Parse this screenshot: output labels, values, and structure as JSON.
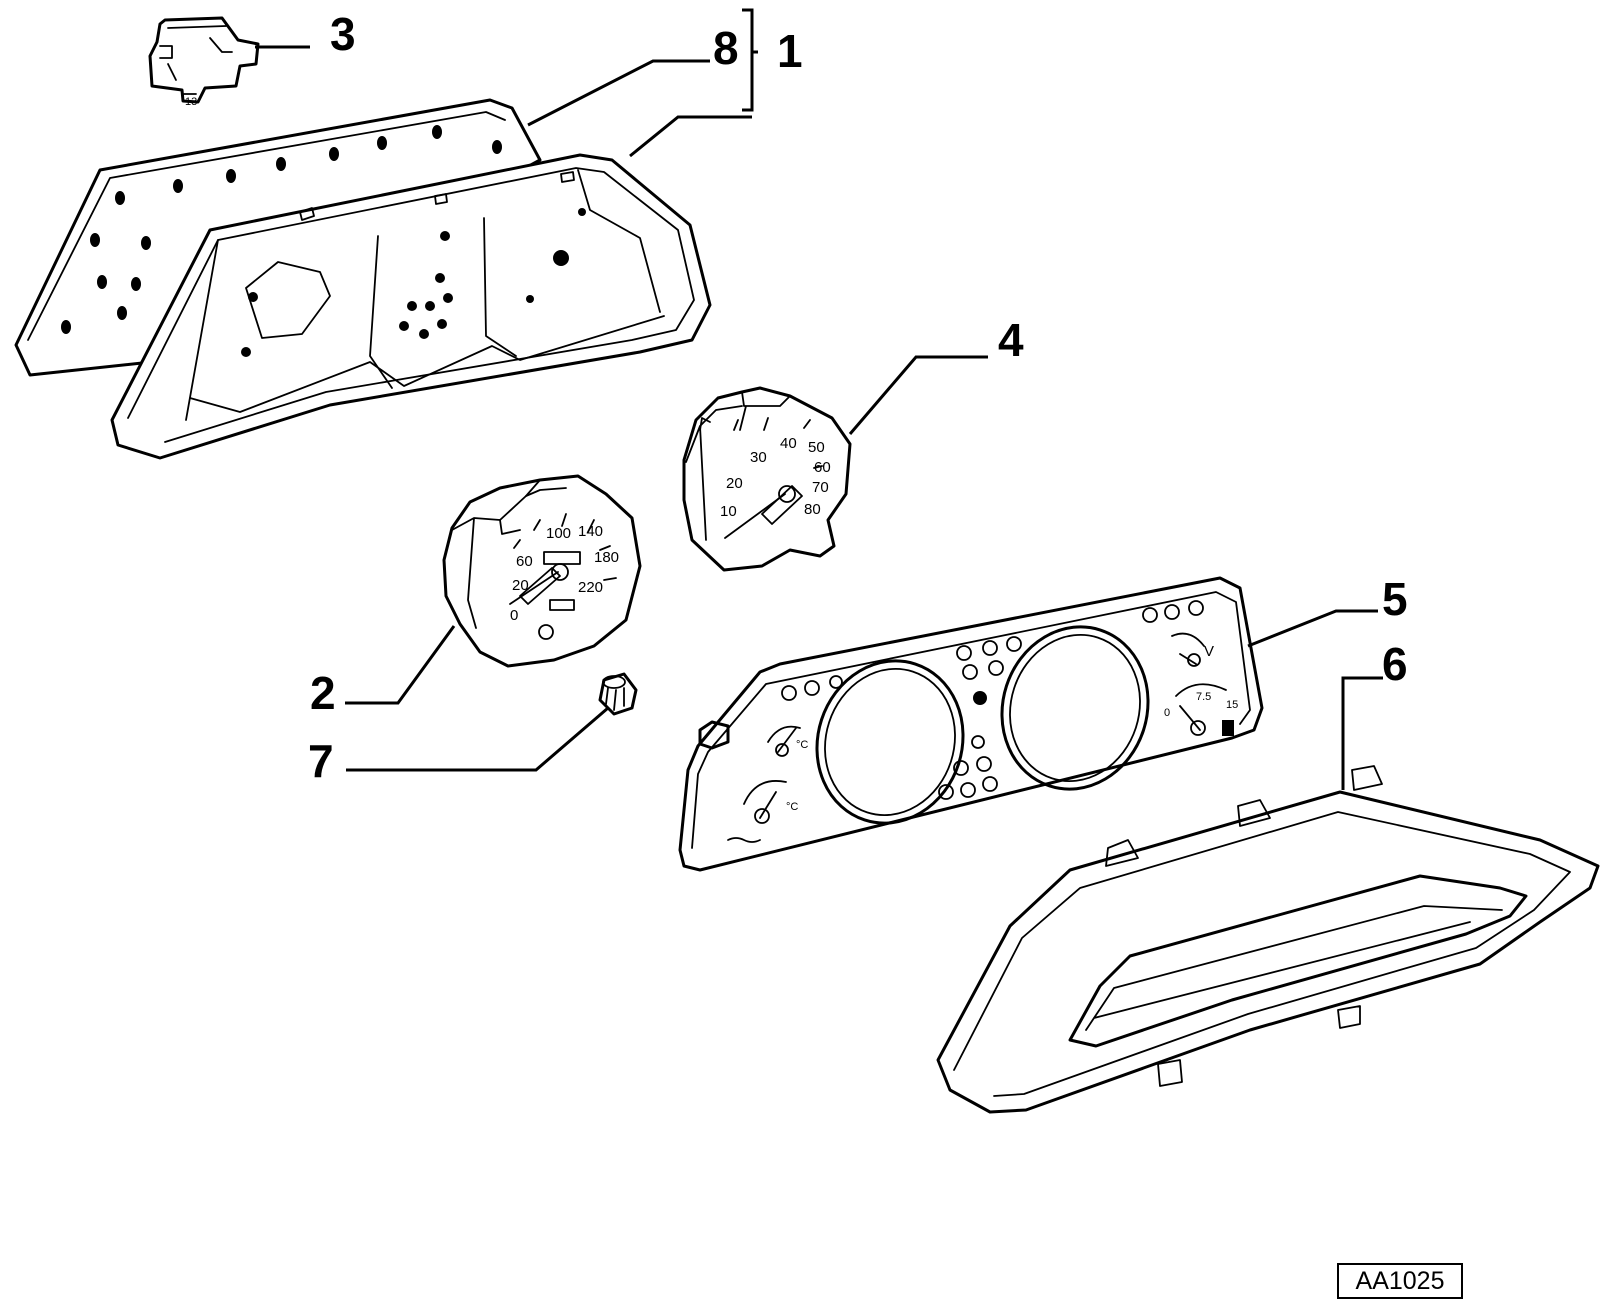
{
  "callouts": {
    "c1": "1",
    "c2": "2",
    "c3": "3",
    "c4": "4",
    "c5": "5",
    "c6": "6",
    "c7": "7",
    "c8": "8"
  },
  "part_marks": {
    "connector": "13"
  },
  "speedometer": {
    "scale": [
      "0",
      "20",
      "60",
      "100",
      "140",
      "180",
      "220"
    ]
  },
  "tachometer": {
    "scale": [
      "10",
      "20",
      "30",
      "40",
      "50",
      "60",
      "70",
      "80"
    ]
  },
  "panel_gauges": {
    "voltmeter": "V",
    "fuel": [
      "0",
      "7.5",
      "15"
    ],
    "oil_unit": "°C",
    "water_unit": "°C"
  },
  "reference_code": "AA1025"
}
